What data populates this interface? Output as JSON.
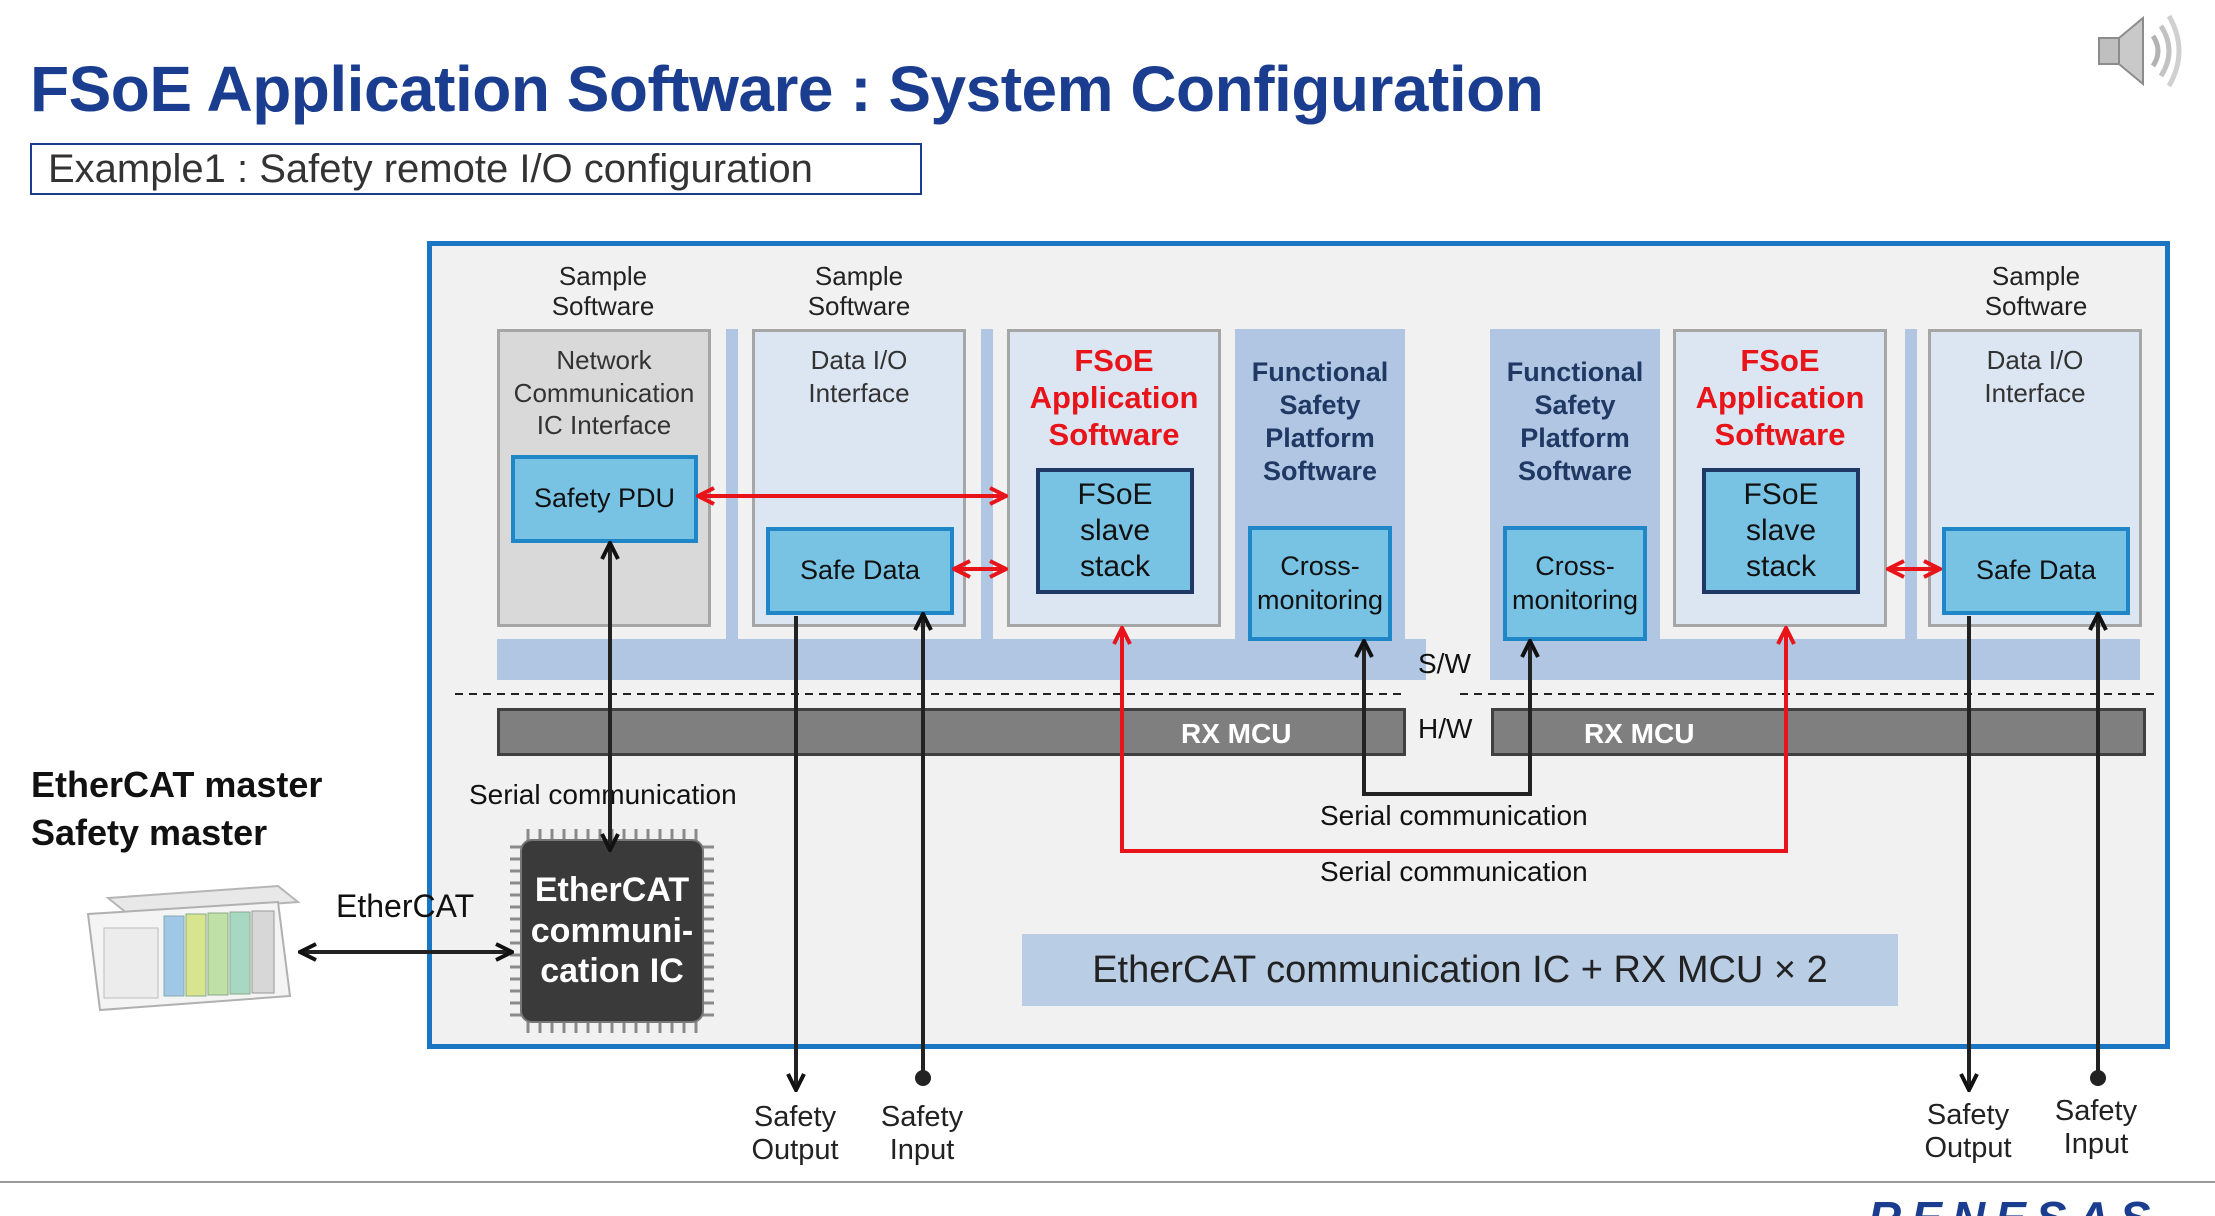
{
  "slide": {
    "title": "FSoE Application Software : System Configuration",
    "example_label": "Example1 : Safety remote I/O configuration"
  },
  "diagram": {
    "sample_software": "Sample\nSoftware",
    "net_comm_label": "Network\nCommunication\nIC Interface",
    "safety_pdu": "Safety PDU",
    "data_io_label": "Data I/O\nInterface",
    "safe_data": "Safe Data",
    "fsoe_app": "FSoE\nApplication\nSoftware",
    "fsoe_slave": "FSoE\nslave\nstack",
    "fs_platform": "Functional\nSafety\nPlatform\nSoftware",
    "cross_monitoring": "Cross-\nmonitoring",
    "sw_label": "S/W",
    "hw_label": "H/W",
    "rx_mcu": "RX MCU",
    "serial_comm": "Serial communication",
    "ethercat_ic": "EtherCAT\ncommuni-\ncation IC",
    "ethercat": "EtherCAT",
    "master_title": "EtherCAT master\nSafety master",
    "safety_output": "Safety\nOutput",
    "safety_input": "Safety\nInput",
    "summary": "EtherCAT communication IC  +  RX MCU × 2"
  },
  "colors": {
    "title_blue": "#1a3d8f",
    "frame_blue": "#1a75c2",
    "arrow_red": "#e8141a",
    "box_cyan": "#78c2e3",
    "sw_layer": "#b0c6e2"
  },
  "icons": {
    "speaker": "speaker-icon",
    "plc": "plc-device-icon"
  }
}
